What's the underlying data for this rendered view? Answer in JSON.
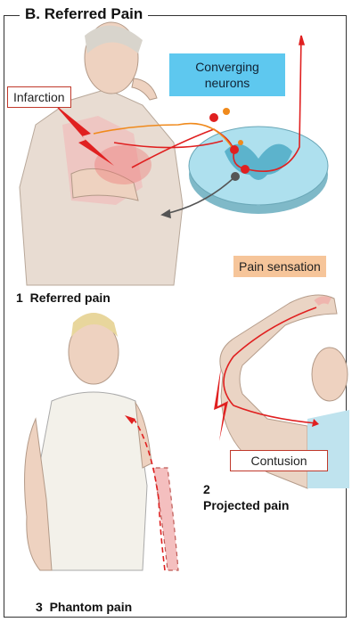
{
  "title": "B. Referred Pain",
  "labels": {
    "infarction": "Infarction",
    "converging_neurons": "Converging neurons",
    "pain_sensation": "Pain sensation",
    "contusion": "Contusion"
  },
  "captions": {
    "referred_num": "1",
    "referred": "Referred pain",
    "projected_num": "2",
    "projected": "Projected pain",
    "phantom_num": "3",
    "phantom": "Phantom pain"
  },
  "colors": {
    "nerve_red": "#e02020",
    "nerve_orange": "#f08a1c",
    "spinal_blue": "#aee0ee",
    "callout_blue": "#5ec8ef",
    "callout_orange": "#f6c59a"
  }
}
